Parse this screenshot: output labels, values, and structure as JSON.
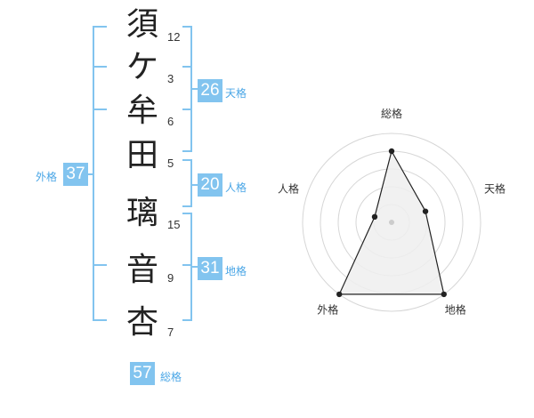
{
  "name": {
    "chars": [
      {
        "char": "須",
        "strokes": "12"
      },
      {
        "char": "ケ",
        "strokes": "3"
      },
      {
        "char": "牟",
        "strokes": "6"
      },
      {
        "char": "田",
        "strokes": "5"
      },
      {
        "char": "璃",
        "strokes": "15"
      },
      {
        "char": "音",
        "strokes": "9"
      },
      {
        "char": "杏",
        "strokes": "7"
      }
    ]
  },
  "kaku": {
    "tenkaku": {
      "value": "26",
      "label": "天格"
    },
    "jinkaku": {
      "value": "20",
      "label": "人格"
    },
    "chikaku": {
      "value": "31",
      "label": "地格"
    },
    "gaikaku": {
      "value": "37",
      "label": "外格"
    },
    "soukaku": {
      "value": "57",
      "label": "総格"
    }
  },
  "colors": {
    "bracket": "#82c4ef",
    "badge": "#82c4ef",
    "label": "#4aa6e6"
  },
  "chart_data": {
    "type": "radar",
    "axes": [
      "総格",
      "天格",
      "地格",
      "外格",
      "人格"
    ],
    "values": [
      4,
      2,
      5,
      5,
      1
    ],
    "rlim": [
      0,
      5
    ],
    "grid_rings": 5
  }
}
